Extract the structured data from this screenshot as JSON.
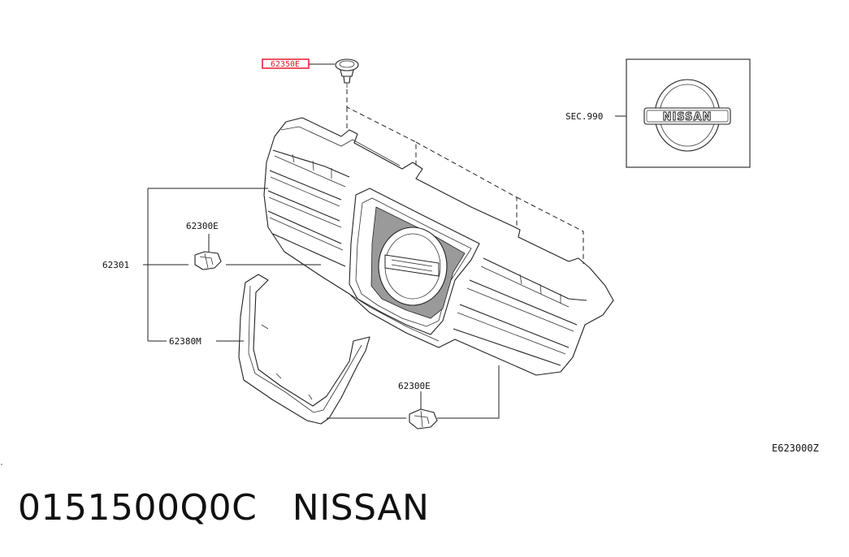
{
  "diagram": {
    "highlighted_part": "62350E",
    "labels": {
      "sec": "SEC.990",
      "clip_upper": "62300E",
      "grille_assy": "62301",
      "molding": "62380M",
      "clip_lower": "62300E",
      "figure_code": "E623000Z"
    },
    "emblem_text": "NISSAN",
    "highlight_color": "#e8192c"
  },
  "footer": {
    "part_number": "0151500Q0C",
    "brand": "NISSAN"
  }
}
